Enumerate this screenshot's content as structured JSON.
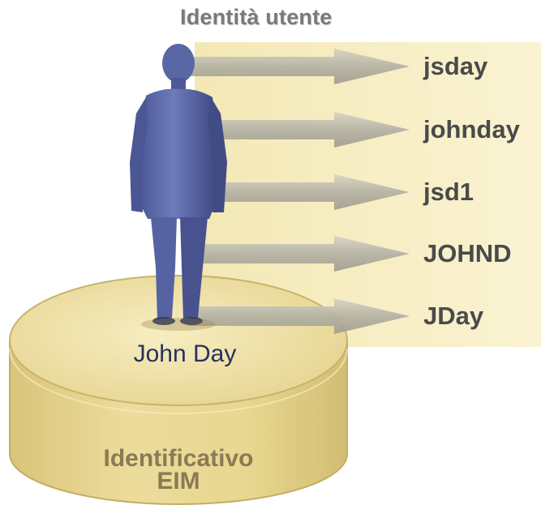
{
  "title": "Identità utente",
  "identities": [
    "jsday",
    "johnday",
    "jsd1",
    "JOHND",
    "JDay"
  ],
  "person": {
    "name": "John Day"
  },
  "eim": {
    "line1": "Identificativo",
    "line2": "EIM"
  },
  "colors": {
    "panel": "#f8efc4",
    "cylinder_top": "#efe2a3",
    "cylinder_side": "#e6d48f",
    "cylinder_edge": "#c9b36b",
    "arrow": "#b9b6aa",
    "figure": "#5d6aa8",
    "figure_dark": "#3d477e",
    "name_text": "#27305f",
    "eim_text": "#8a7a55"
  }
}
